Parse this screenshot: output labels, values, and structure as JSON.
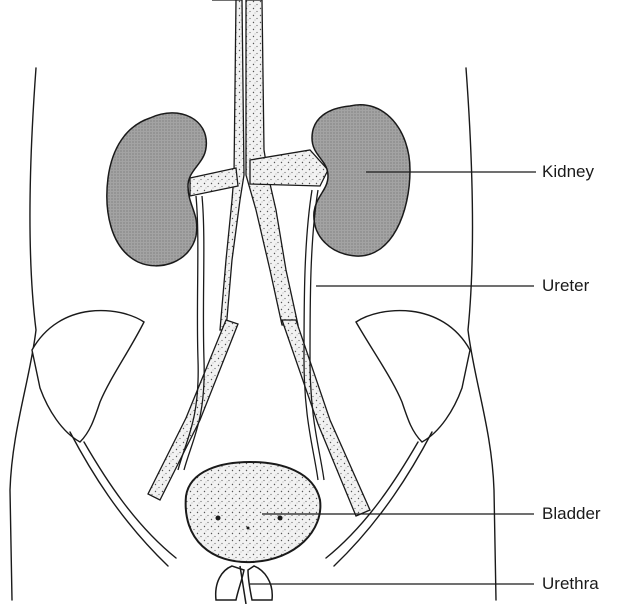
{
  "labels": {
    "kidney": "Kidney",
    "ureter": "Ureter",
    "bladder": "Bladder",
    "urethra": "Urethra"
  },
  "colors": {
    "ink": "#1a1a1a",
    "organ_fill": "#9a9a9a",
    "stipple_fill": "#e3e3e3",
    "paper": "#ffffff"
  }
}
